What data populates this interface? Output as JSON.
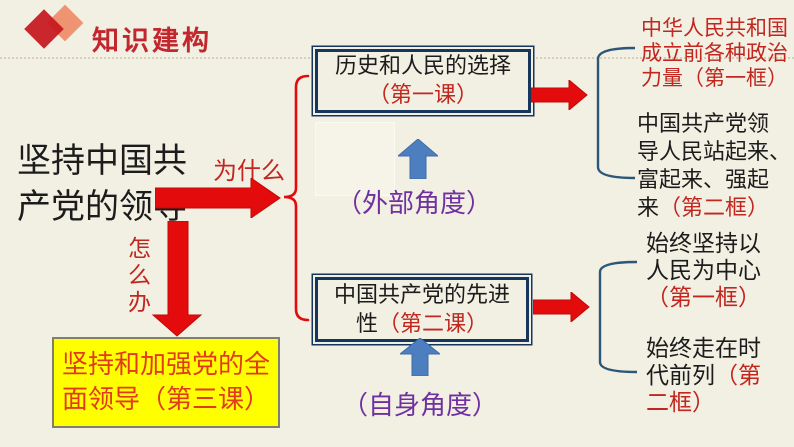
{
  "header": {
    "title": "知识建构"
  },
  "left": {
    "topic": "坚持中国共\n产党的领导",
    "why_label": "为什么",
    "how_label": "怎\n么\n办",
    "conclusion": "坚持和加强党的全\n面领导（第三课）"
  },
  "center": {
    "box1_title": "历史和人民的选择",
    "box1_sub": "（第一课）",
    "angle1": "（外部角度）",
    "box2_black": "中国共产党的先进\n性",
    "box2_red": "（第二课）",
    "angle2": "（自身角度）"
  },
  "right": {
    "frame1_text": "中华人民共和国\n成立前各种政治\n力量（第一框）",
    "lead_black": "中国共产党领\n导人民站起来、\n富起来、强起\n来",
    "lead_red": "（第二框）",
    "center_black": "始终坚持以\n人民为中心\n",
    "center_red": "（第一框）",
    "vanguard_black": "始终走在时\n代前列",
    "vanguard_red": "（第\n二框）"
  },
  "colors": {
    "background": "#f2efe3",
    "title_red": "#c1272d",
    "arrow_red": "#e30b0b",
    "text_red": "#c2271f",
    "purple": "#7030a0",
    "arrow_blue": "#4d7ebf",
    "box_border_navy": "#17365d",
    "bracket_blue": "#2c5777",
    "highlight_yellow": "#ffff00"
  }
}
